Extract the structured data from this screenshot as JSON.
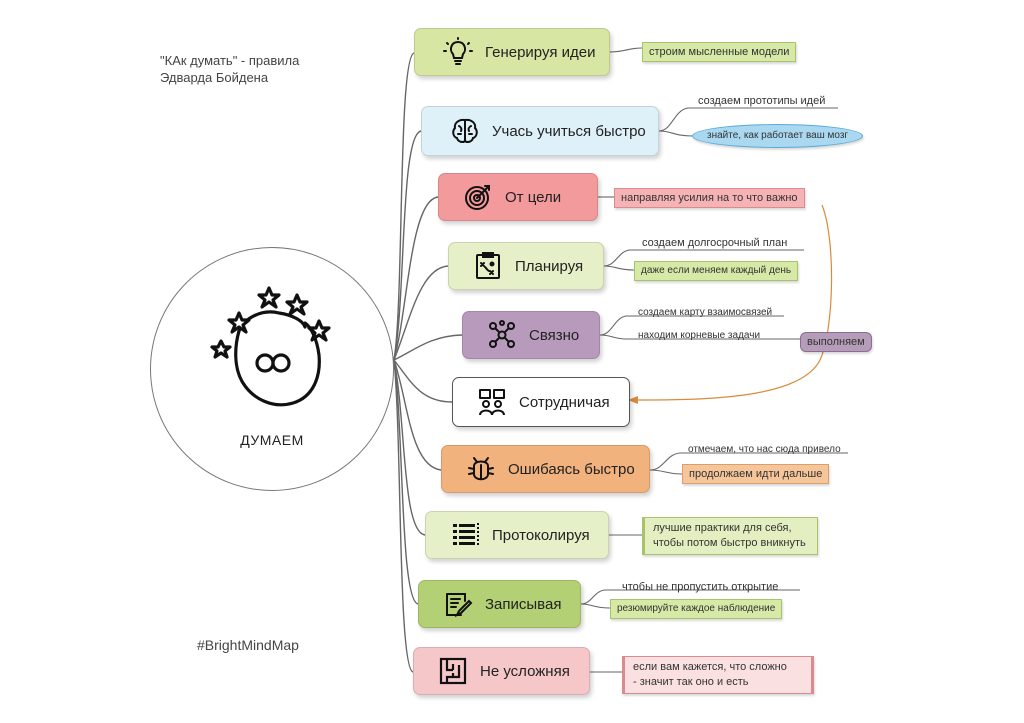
{
  "note": "\"КАк думать\" - правила\nЭдварда Бойдена",
  "hashtag": "#BrightMindMap",
  "center": {
    "label": "ДУМАЕМ",
    "icon": "thinking-face-stars-icon"
  },
  "nodes": [
    {
      "id": "generate",
      "label": "Генерируя идеи",
      "icon": "lightbulb-icon",
      "color": "#d7e6a2"
    },
    {
      "id": "learn",
      "label": "Учась учиться быстро",
      "icon": "brain-icon",
      "color": "#dff1f8"
    },
    {
      "id": "goal",
      "label": "От цели",
      "icon": "target-icon",
      "color": "#f39a9c"
    },
    {
      "id": "plan",
      "label": "Планируя",
      "icon": "plan-board-icon",
      "color": "#e6f0c8"
    },
    {
      "id": "link",
      "label": "Связно",
      "icon": "network-icon",
      "color": "#b89bbc"
    },
    {
      "id": "collab",
      "label": "Сотрудничая",
      "icon": "team-icon",
      "color": "#ffffff"
    },
    {
      "id": "fail",
      "label": "Ошибаясь быстро",
      "icon": "bug-icon",
      "color": "#f2b27d"
    },
    {
      "id": "log",
      "label": "Протоколируя",
      "icon": "list-icon",
      "color": "#e6f0c8"
    },
    {
      "id": "write",
      "label": "Записывая",
      "icon": "notepad-icon",
      "color": "#b3d074"
    },
    {
      "id": "simple",
      "label": "Не усложняя",
      "icon": "maze-icon",
      "color": "#f6c7c8"
    }
  ],
  "sub": {
    "generate_1": "строим мысленные модели",
    "learn_1": "создаем прототипы идей",
    "learn_2": "знайте, как работает ваш мозг",
    "goal_1": "направляя усилия на то что важно",
    "plan_1": "создаем долгосрочный план",
    "plan_2": "даже если меняем каждый день",
    "link_1": "создаем карту взаимосвязей",
    "link_2": "находим корневые задачи",
    "link_3": "выполняем",
    "fail_1": "отмечаем, что нас сюда привело",
    "fail_2": "продолжаем идти дальше",
    "log_1a": "лучшие практики для себя,",
    "log_1b": "чтобы потом быстро вникнуть",
    "write_1": "чтобы не пропустить открытие",
    "write_2": "резюмируйте каждое наблюдение",
    "simple_1a": "если вам кажется, что сложно",
    "simple_1b": "- значит так оно и есть"
  }
}
